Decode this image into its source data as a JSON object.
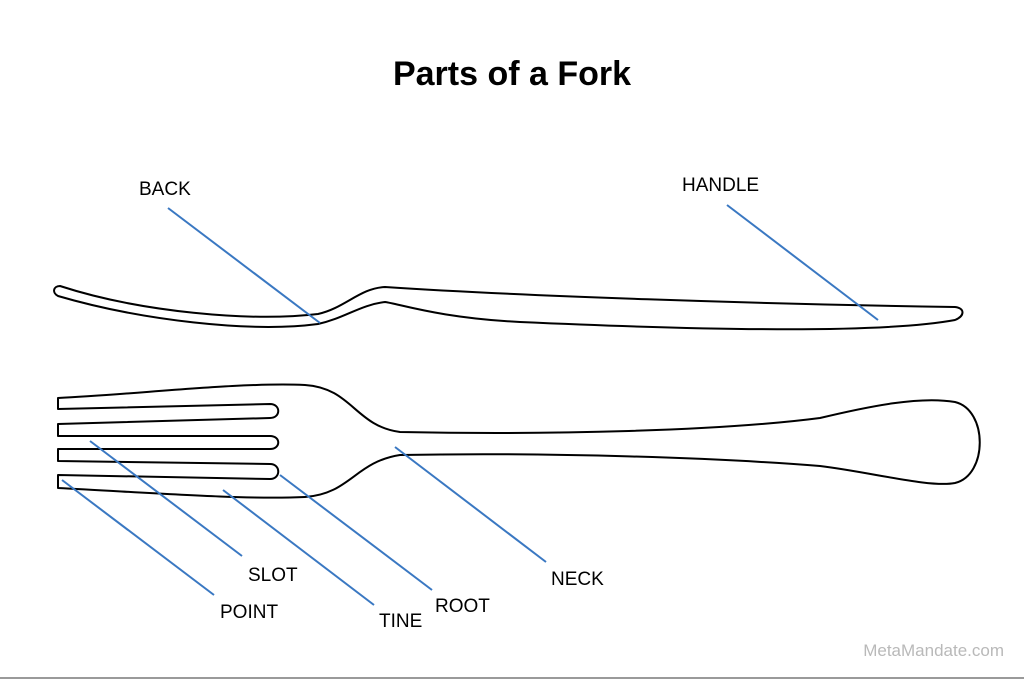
{
  "title": "Parts of a Fork",
  "labels": {
    "back": "BACK",
    "handle": "HANDLE",
    "slot": "SLOT",
    "point": "POINT",
    "tine": "TINE",
    "root": "ROOT",
    "neck": "NECK"
  },
  "watermark": "MetaMandate.com",
  "colors": {
    "leader_line": "#3a78c2",
    "outline": "#000000",
    "watermark": "#b9b9b9"
  }
}
